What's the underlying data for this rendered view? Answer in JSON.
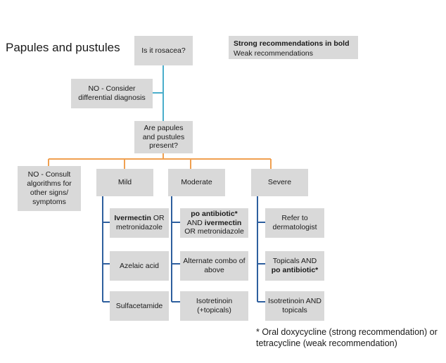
{
  "title": "Papules and pustules",
  "legend": {
    "strong": "Strong recommendations in bold",
    "weak": "Weak recommendations"
  },
  "nodes": {
    "rosacea_q": "Is it rosacea?",
    "no_rosacea": "NO - Consider differential diagnosis",
    "papules_q": "Are papules and pustules present?",
    "no_papules": "NO - Consult algorithms for other signs/ symptoms",
    "mild": "Mild",
    "moderate": "Moderate",
    "severe": "Severe",
    "mild_1": {
      "bold": "Ivermectin",
      "rest": " OR metronidazole"
    },
    "mild_2": "Azelaic acid",
    "mild_3": "Sulfacetamide",
    "mod_1": {
      "bold1": "po antibiotic*",
      "mid": " AND ",
      "bold2": "ivermectin",
      "rest": " OR metronidazole"
    },
    "mod_2": "Alternate combo of above",
    "mod_3": "Isotretinoin (+topicals)",
    "sev_1": "Refer to dermatologist",
    "sev_2": {
      "pre": "Topicals AND ",
      "bold": "po antibiotic*"
    },
    "sev_3": "Isotretinoin AND topicals"
  },
  "footnote": "* Oral doxycycline (strong recommendation) or tetracycline (weak recommendation)",
  "colors": {
    "box": "#d9d9d9",
    "teal_line": "#4aaecb",
    "orange_line": "#f0a050",
    "blue_line": "#2e5f9e"
  }
}
